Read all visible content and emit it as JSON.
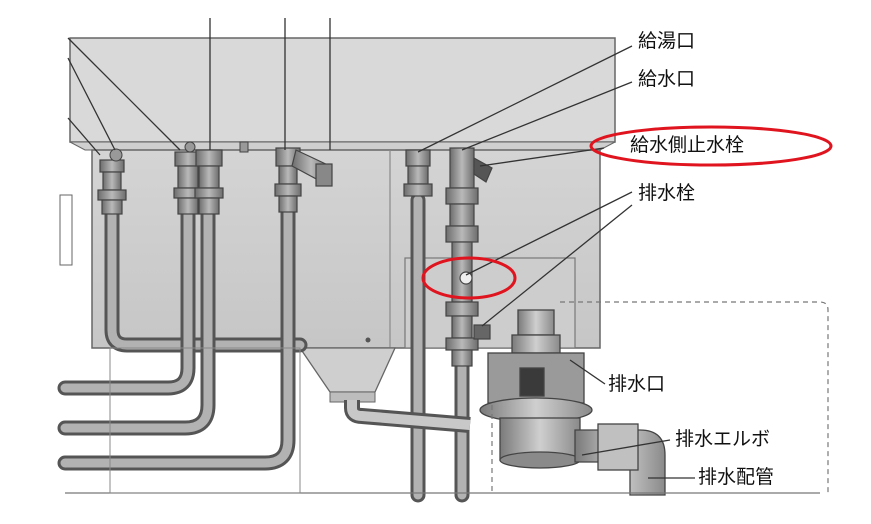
{
  "labels": {
    "hot_water_inlet": "給湯口",
    "water_inlet": "給水口",
    "water_shutoff_valve": "給水側止水栓",
    "drain_plug": "排水栓",
    "drain_outlet": "排水口",
    "drain_elbow": "排水エルボ",
    "drain_pipe": "排水配管"
  },
  "highlights": {
    "color": "#e0141e",
    "circled": [
      "water_shutoff_valve",
      "drain_plug"
    ]
  }
}
